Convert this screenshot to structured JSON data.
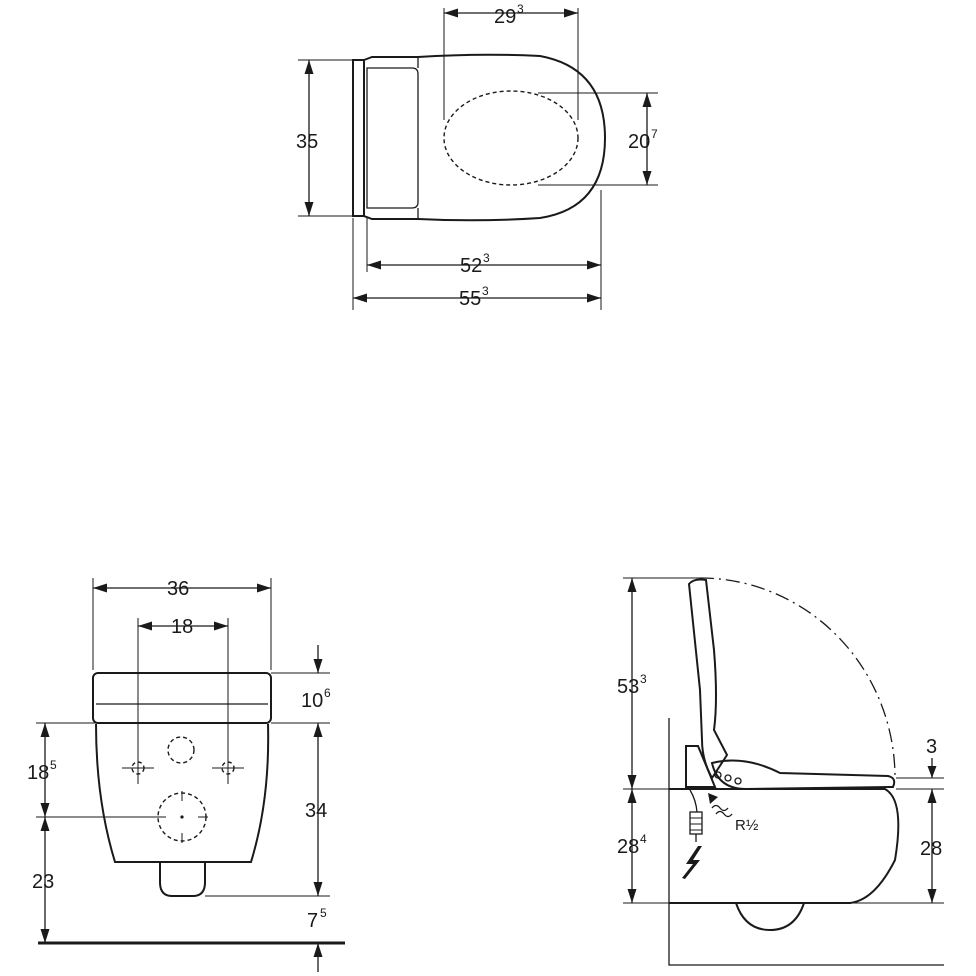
{
  "top_view": {
    "dim_seat_opening": {
      "main": "29",
      "sup": "3"
    },
    "dim_depth": {
      "main": "35",
      "sup": ""
    },
    "dim_opening_width": {
      "main": "20",
      "sup": "7"
    },
    "dim_seat_length": {
      "main": "52",
      "sup": "3"
    },
    "dim_total_length": {
      "main": "55",
      "sup": "3"
    }
  },
  "front_view": {
    "dim_width": {
      "main": "36",
      "sup": ""
    },
    "dim_bolt_spacing": {
      "main": "18",
      "sup": ""
    },
    "dim_lid_height": {
      "main": "10",
      "sup": "6"
    },
    "dim_bolt_height": {
      "main": "18",
      "sup": "5"
    },
    "dim_bowl_height": {
      "main": "34",
      "sup": ""
    },
    "dim_outlet_height": {
      "main": "23",
      "sup": ""
    },
    "dim_floor_gap": {
      "main": "7",
      "sup": "5"
    }
  },
  "side_view": {
    "dim_lid_open_height": {
      "main": "53",
      "sup": "3"
    },
    "dim_seat_thickness": {
      "main": "3",
      "sup": ""
    },
    "dim_rim_height_left": {
      "main": "28",
      "sup": "4"
    },
    "dim_rim_height_right": {
      "main": "28",
      "sup": ""
    },
    "water_connection_label": "R½"
  }
}
